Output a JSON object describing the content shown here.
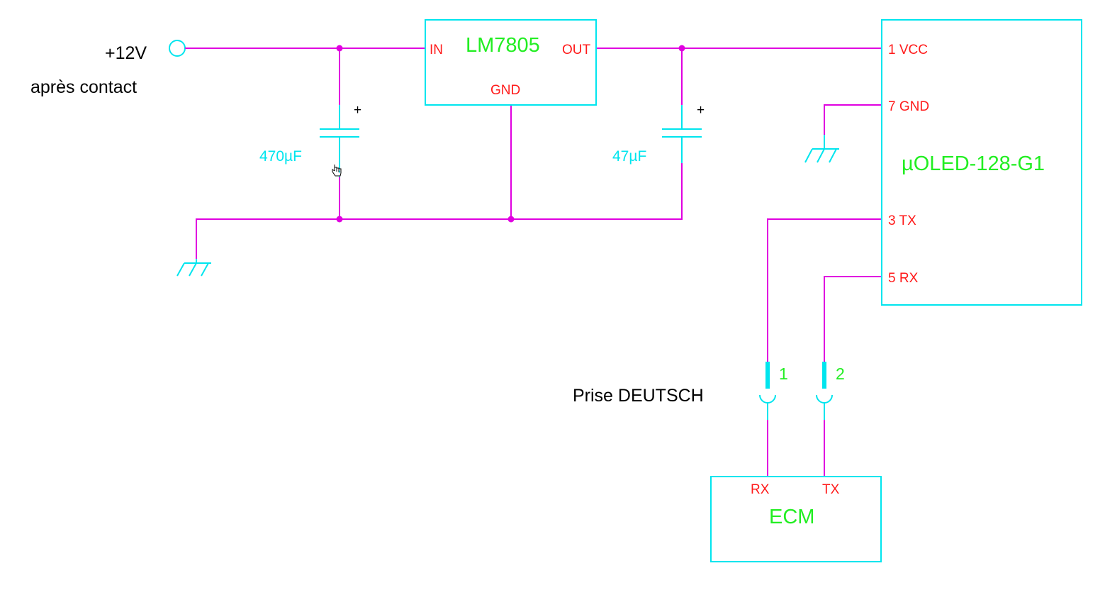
{
  "supply": {
    "label": "+12V",
    "sublabel": "après contact"
  },
  "regulator": {
    "name": "LM7805",
    "pin_in": "IN",
    "pin_out": "OUT",
    "pin_gnd": "GND"
  },
  "capacitors": {
    "c_in": {
      "value": "470µF",
      "polarity": "+"
    },
    "c_out": {
      "value": "47µF",
      "polarity": "+"
    }
  },
  "display": {
    "name": "µOLED-128-G1",
    "pins": {
      "vcc": "1 VCC",
      "gnd": "7 GND",
      "tx": "3 TX",
      "rx": "5 RX"
    }
  },
  "connector": {
    "label": "Prise DEUTSCH",
    "pin1": "1",
    "pin2": "2"
  },
  "ecm": {
    "name": "ECM",
    "pin_rx": "RX",
    "pin_tx": "TX"
  },
  "colors": {
    "wire": "#e000e0",
    "symbol": "#00e5ee",
    "pin_text": "#ff1a1a",
    "part_text": "#22ee22"
  },
  "icons": {
    "cursor": "hand-cursor-icon"
  }
}
